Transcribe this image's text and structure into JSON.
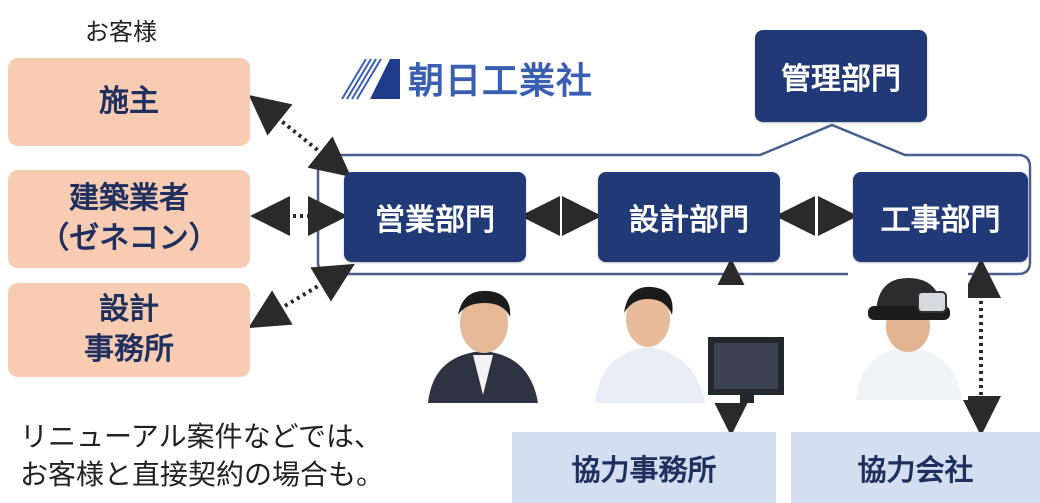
{
  "clients_label": "お客様",
  "logo": {
    "name": "朝日工業社",
    "icon": "company-logo-icon"
  },
  "clients": [
    {
      "lines": [
        "施主"
      ]
    },
    {
      "lines": [
        "建築業者",
        "（ゼネコン）"
      ]
    },
    {
      "lines": [
        "設計",
        "事務所"
      ]
    }
  ],
  "departments": {
    "management": "管理部門",
    "sales": "営業部門",
    "design": "設計部門",
    "construction": "工事部門"
  },
  "partners": {
    "design_office": "協力事務所",
    "contractor": "協力会社"
  },
  "note": {
    "line1": "リニューアル案件などでは、",
    "line2": "お客様と直接契約の場合も。"
  },
  "colors": {
    "department_fill": "#213a77",
    "client_fill": "#f7ccb3",
    "partner_fill": "#d3dff0",
    "group_outline": "#4a5f90"
  }
}
